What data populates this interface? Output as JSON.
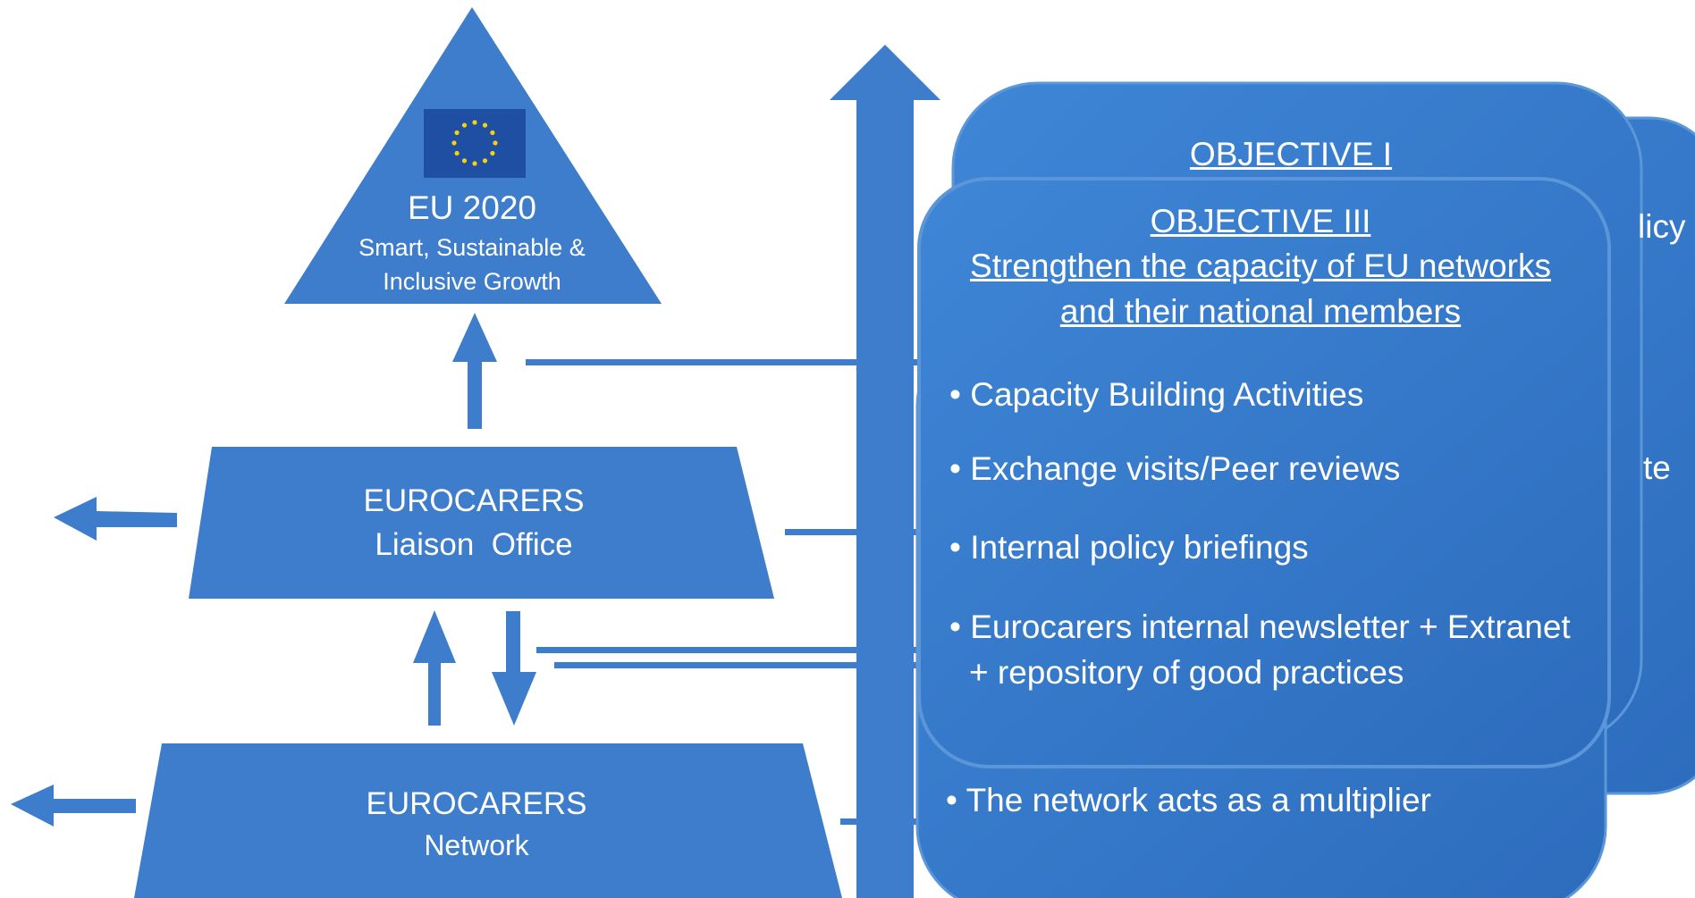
{
  "pyramid": {
    "top": {
      "title": "EU 2020",
      "subtitle_line1": "Smart, Sustainable &",
      "subtitle_line2": "Inclusive Growth",
      "flag_icon": "eu-flag-icon"
    },
    "middle": {
      "line1": "EUROCARERS",
      "line2": "Liaison  Office"
    },
    "bottom": {
      "line1": "EUROCARERS",
      "line2": "Network"
    }
  },
  "cards": {
    "back": {
      "fragments": [
        "licy",
        "te"
      ],
      "last_bullet": "The network acts as a multiplier"
    },
    "objective1_title": "OBJECTIVE I",
    "front": {
      "title": "OBJECTIVE III",
      "subtitle_line1": "Strengthen the capacity of EU networks",
      "subtitle_line2": "and their national members",
      "bullets": [
        "Capacity Building Activities",
        "Exchange visits/Peer reviews",
        "Internal policy briefings",
        "Eurocarers internal newsletter + Extranet"
      ],
      "bullet_continuation": "+ repository of good practices"
    }
  },
  "colors": {
    "shape_blue": "#3d7dcb",
    "card_blue": "#3a7fcf",
    "card_border": "#5b96d9",
    "flag_blue": "#1f4fa3",
    "flag_star": "#f5d20b"
  }
}
